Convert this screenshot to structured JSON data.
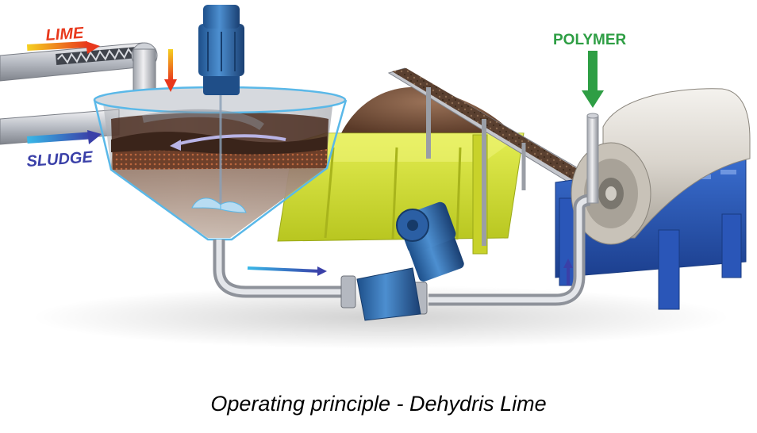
{
  "labels": {
    "lime": "LIME",
    "sludge": "SLUDGE",
    "polymer": "POLYMER"
  },
  "caption": "Operating principle - Dehydris Lime",
  "colors": {
    "lime_arrow_start": "#f5d020",
    "lime_arrow_end": "#e8381c",
    "sludge_arrow_start": "#38b8e8",
    "sludge_arrow_end": "#3a40a8",
    "polymer_arrow": "#2e9e44",
    "skip_container": "#d4e034",
    "press_frame": "#2a56b8",
    "motor": "#2b6bb0",
    "tank_outline": "#5ab8e8",
    "sludge_mass": "#6a4330"
  },
  "icons": [
    "lime-screw-conveyor",
    "mixing-tank",
    "agitator-motor",
    "skip-container",
    "belt-conveyor",
    "sludge-pump",
    "rotary-press"
  ]
}
